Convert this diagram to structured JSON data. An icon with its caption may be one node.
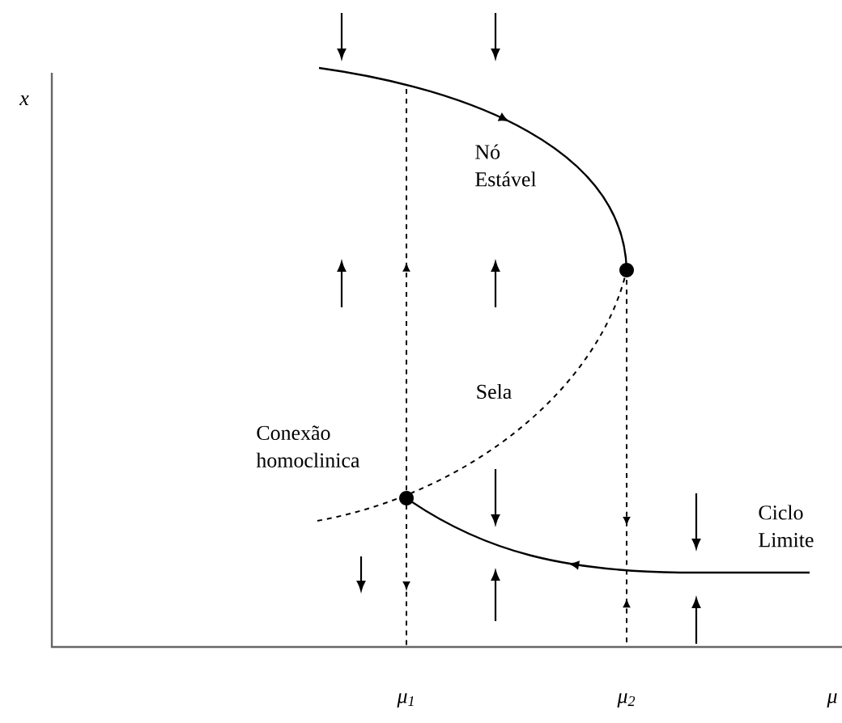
{
  "diagram": {
    "labels": [
      "x",
      "Nó Estável",
      "Sela",
      "Conexão homoclinica",
      "Ciclo Limite",
      "μ$_{1}$",
      "μ$_{2}$",
      "μ"
    ]
  }
}
